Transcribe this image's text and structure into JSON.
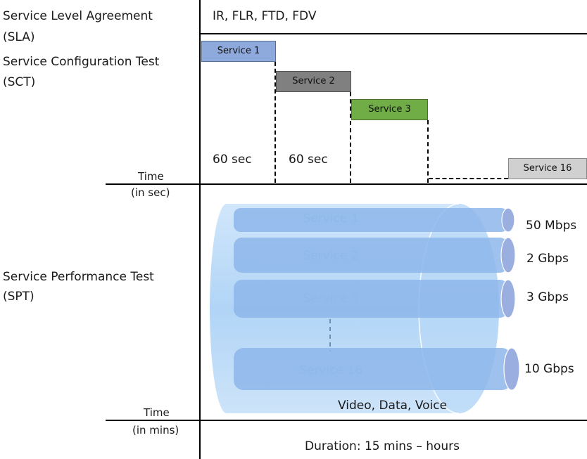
{
  "rows": {
    "sla": {
      "label_line1": "Service Level Agreement",
      "label_line2": "(SLA)",
      "metrics": "IR, FLR, FTD, FDV"
    },
    "sct": {
      "label_line1": "Service Configuration Test",
      "label_line2": "(SCT)",
      "time_label": "Time",
      "time_unit": "(in sec)"
    },
    "spt": {
      "label_line1": "Service Performance Test",
      "label_line2": "(SPT)",
      "time_label": "Time",
      "time_unit": "(in mins)"
    }
  },
  "sct_blocks": [
    {
      "label": "Service 1",
      "color": "#8ea9db"
    },
    {
      "label": "Service 2",
      "color": "#808080"
    },
    {
      "label": "Service 3",
      "color": "#70ad47"
    },
    {
      "label": "Service 16",
      "color": "#d0d0d0"
    }
  ],
  "sct_durations": [
    "60 sec",
    "60 sec"
  ],
  "spt_tubes": [
    {
      "label": "Service 1",
      "rate": "50 Mbps"
    },
    {
      "label": "Service 2",
      "rate": "2 Gbps"
    },
    {
      "label": "Service 3",
      "rate": "3 Gbps"
    },
    {
      "label": "Service 16",
      "rate": "10 Gbps"
    }
  ],
  "traffic": "Video, Data, Voice",
  "duration": "Duration: 15 mins – hours",
  "colors": {
    "cylinder": "#a8cff5",
    "tube": "#8db6ea",
    "tube_end": "#9aaee0"
  }
}
